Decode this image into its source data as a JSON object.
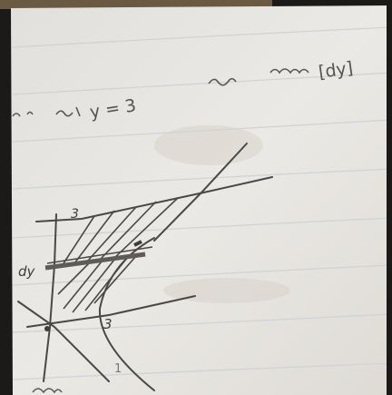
{
  "photo": {
    "caption_line": {
      "about_y3": "y = 3",
      "bracket_dy": "[dy]"
    },
    "sketch_labels": {
      "top_boundary": "3",
      "strip_label": "dy",
      "curve_label": "3",
      "lower_label": "1"
    },
    "colors": {
      "paper": "#e7e5e1",
      "ink": "#4a4845",
      "rule_line": "#cfd3d6",
      "desk_edge": "#1b1a18"
    }
  }
}
